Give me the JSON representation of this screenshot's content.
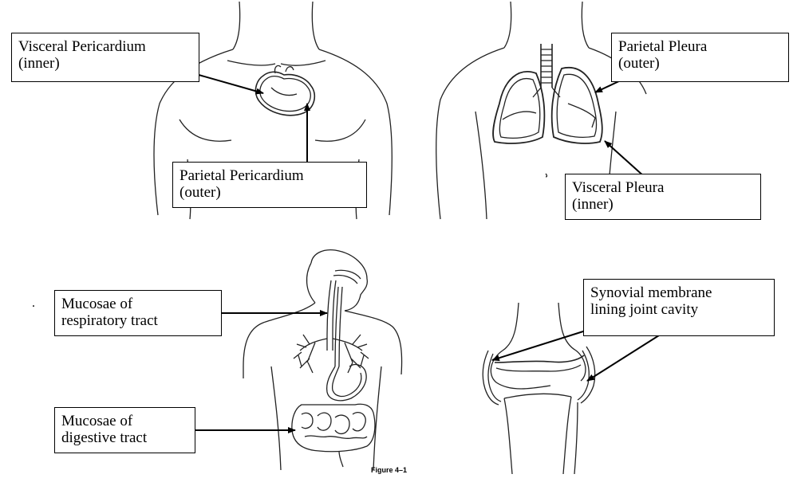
{
  "labels": {
    "visceral_pericardium": {
      "line1": "Visceral Pericardium",
      "line2": "(inner)"
    },
    "parietal_pericardium": {
      "line1": "Parietal Pericardium",
      "line2": "(outer)"
    },
    "parietal_pleura": {
      "line1": "Parietal Pleura",
      "line2": "(outer)"
    },
    "visceral_pleura": {
      "line1": "Visceral Pleura",
      "line2": "(inner)"
    },
    "mucosae_respiratory": {
      "line1": "Mucosae of",
      "line2": "respiratory tract"
    },
    "mucosae_digestive": {
      "line1": "Mucosae of",
      "line2": "digestive tract"
    },
    "synovial_membrane": {
      "line1": "Synovial membrane",
      "line2": "lining joint cavity"
    }
  },
  "caption": "Figure 4–1",
  "stray_mark": ".",
  "colors": {
    "ink": "#000000",
    "background": "#ffffff"
  }
}
